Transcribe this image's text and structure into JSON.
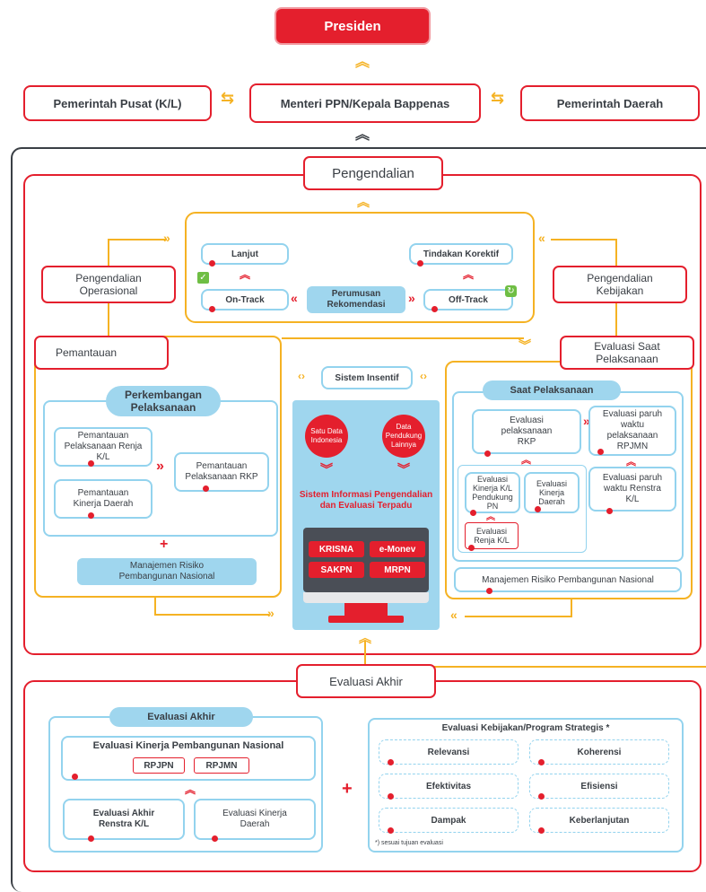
{
  "top": {
    "presiden": "Presiden",
    "pusat": "Pemerintah Pusat (K/L)",
    "menteri": "Menteri PPN/Kepala Bappenas",
    "daerah": "Pemerintah Daerah"
  },
  "pengendalian": {
    "title": "Pengendalian",
    "operasional": "Pengendalian Operasional",
    "kebijakan": "Pengendalian Kebijakan",
    "lanjut": "Lanjut",
    "on_track": "On-Track",
    "tindakan": "Tindakan Korektif",
    "off_track": "Off-Track",
    "perumusan": "Perumusan Rekomendasi"
  },
  "pemantauan": {
    "title": "Pemantauan",
    "perkembangan": "Perkembangan Pelaksanaan",
    "renja": "Pemantauan Pelaksanaan Renja K/L",
    "kinerja_daerah": "Pemantauan Kinerja Daerah",
    "rkp": "Pemantauan Pelaksanaan RKP",
    "plus": "+",
    "risiko": "Manajemen Risiko Pembangunan Nasional"
  },
  "center": {
    "insentif": "Sistem Insentif",
    "satu_data": "Satu Data Indonesia",
    "pendukung": "Data Pendukung Lainnya",
    "sistem": "Sistem Informasi Pengendalian dan Evaluasi Terpadu",
    "krisna": "KRISNA",
    "emonev": "e-Monev",
    "sakpn": "SAKPN",
    "mrpn": "MRPN"
  },
  "evaluasi_saat": {
    "title": "Evaluasi Saat Pelaksanaan",
    "saat": "Saat Pelaksanaan",
    "eval_rkp": "Evaluasi pelaksanaan RKP",
    "eval_rpjmn": "Evaluasi paruh waktu pelaksanaan RPJMN",
    "eval_kinerja_kl": "Evaluasi Kinerja K/L Pendukung PN",
    "eval_kinerja_daerah": "Evaluasi Kinerja Daerah",
    "eval_renja": "Evaluasi Renja K/L",
    "eval_renstra": "Evaluasi paruh waktu Renstra K/L",
    "risiko": "Manajemen Risiko Pembangunan Nasional"
  },
  "evaluasi_akhir": {
    "title": "Evaluasi Akhir",
    "inner_title": "Evaluasi Akhir",
    "kinerja_nasional": "Evaluasi Kinerja Pembangunan Nasional",
    "rpjpn": "RPJPN",
    "rpjmn": "RPJMN",
    "renstra": "Evaluasi Akhir Renstra K/L",
    "kinerja_daerah": "Evaluasi Kinerja Daerah",
    "plus": "+",
    "kebijakan_title": "Evaluasi Kebijakan/Program Strategis *",
    "relevansi": "Relevansi",
    "koherensi": "Koherensi",
    "efektivitas": "Efektivitas",
    "efisiensi": "Efisiensi",
    "dampak": "Dampak",
    "keberlanjutan": "Keberlanjutan",
    "footnote": "*) sesuai tujuan evaluasi"
  }
}
